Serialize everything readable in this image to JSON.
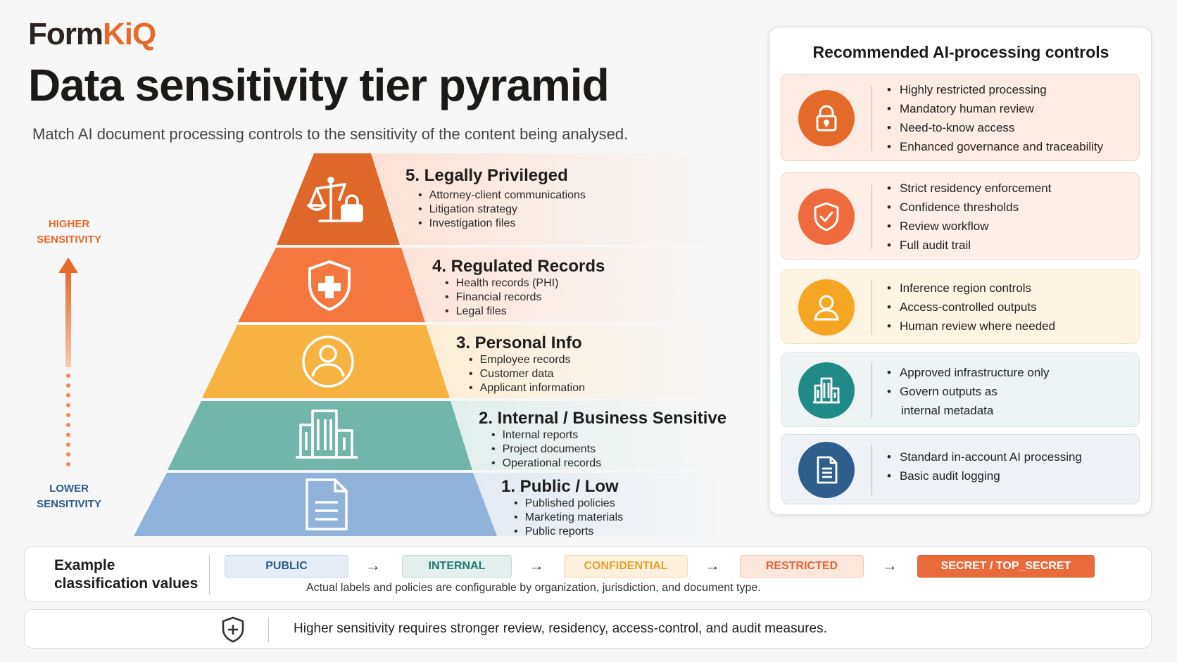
{
  "brand": {
    "logo_part1": "Form",
    "logo_part2": "KiQ"
  },
  "header": {
    "title": "Data sensitivity tier pyramid",
    "subtitle": "Match AI document processing controls to the sensitivity of the content being analysed."
  },
  "axis": {
    "higher_line1": "HIGHER",
    "higher_line2": "SENSITIVITY",
    "lower_line1": "LOWER",
    "lower_line2": "SENSITIVITY"
  },
  "tiers": [
    {
      "title": "5.  Legally Privileged",
      "icon": "scales-lock-icon",
      "color": "#e0672a",
      "items": [
        "Attorney-client communications",
        "Litigation strategy",
        "Investigation files"
      ]
    },
    {
      "title": "4.  Regulated Records",
      "icon": "medical-shield-icon",
      "color": "#f3773f",
      "items": [
        "Health records (PHI)",
        "Financial records",
        "Legal files"
      ]
    },
    {
      "title": "3.  Personal Info",
      "icon": "user-icon",
      "color": "#f7b341",
      "items": [
        "Employee records",
        "Customer data",
        "Applicant information"
      ]
    },
    {
      "title": "2.  Internal / Business Sensitive",
      "icon": "building-icon",
      "color": "#72b6ab",
      "items": [
        "Internal reports",
        "Project documents",
        "Operational records"
      ]
    },
    {
      "title": "1.  Public / Low",
      "icon": "document-icon",
      "color": "#8fb3da",
      "items": [
        "Published policies",
        "Marketing materials",
        "Public reports"
      ]
    }
  ],
  "controls": {
    "title": "Recommended AI-processing controls",
    "cards": [
      {
        "icon": "lock-icon",
        "color": "#e46a2a",
        "bg": "#fdece4",
        "border": "#f6d2c2",
        "items": [
          "Highly restricted processing",
          "Mandatory human review",
          "Need-to-know access",
          "Enhanced governance and traceability"
        ]
      },
      {
        "icon": "shield-check-icon",
        "color": "#ef6a3c",
        "bg": "#fdeee8",
        "border": "#f7d6c8",
        "items": [
          "Strict residency enforcement",
          "Confidence thresholds",
          "Review workflow",
          "Full audit trail"
        ]
      },
      {
        "icon": "user-icon",
        "color": "#f5a623",
        "bg": "#fef4e4",
        "border": "#f8e2bc",
        "items": [
          "Inference region controls",
          "Access-controlled outputs",
          "Human review where needed"
        ]
      },
      {
        "icon": "building-icon",
        "color": "#1f8a86",
        "bg": "#eef4f3",
        "border": "#d7e5e3",
        "items": [
          "Approved infrastructure only",
          "Govern outputs as",
          "internal metadata"
        ]
      },
      {
        "icon": "document-icon",
        "color": "#2e5f8c",
        "bg": "#eef1f6",
        "border": "#d8dfe9",
        "items": [
          "Standard in-account AI processing",
          "Basic audit logging"
        ]
      }
    ]
  },
  "classification": {
    "label": "Example classification values",
    "values": [
      {
        "text": "PUBLIC",
        "bg": "#e5ecf5",
        "fg": "#2d5b86",
        "border": "#c7d5e6"
      },
      {
        "text": "INTERNAL",
        "bg": "#e3efec",
        "fg": "#1f7a72",
        "border": "#c5ddd8"
      },
      {
        "text": "CONFIDENTIAL",
        "bg": "#fdf0dc",
        "fg": "#e5a12d",
        "border": "#f5dcb2"
      },
      {
        "text": "RESTRICTED",
        "bg": "#fde6dc",
        "fg": "#e4633a",
        "border": "#f5c9b6"
      },
      {
        "text": "SECRET / TOP_SECRET",
        "bg": "#ea6a3c",
        "fg": "#ffffff",
        "border": "#d95a2f"
      }
    ],
    "arrow": "→",
    "note": "Actual labels and policies are configurable by organization, jurisdiction, and document type."
  },
  "footer": {
    "icon": "medical-shield-icon",
    "text": "Higher sensitivity requires stronger review, residency, access-control, and audit measures."
  }
}
